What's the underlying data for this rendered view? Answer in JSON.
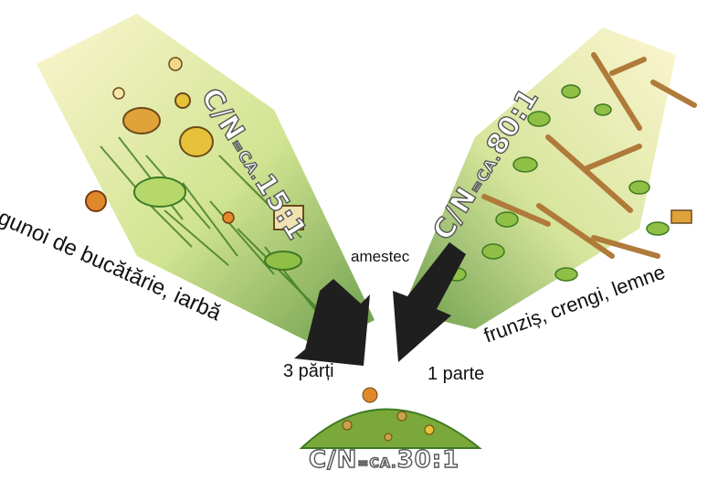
{
  "colors": {
    "background": "#ffffff",
    "arrow": "#1f1f1f",
    "green_dark": "#3e7a22",
    "green_light": "#a6cf52",
    "yellow": "#f2e27a",
    "orange": "#e0892a",
    "brown": "#b07a3a",
    "ratio_outline": "#555555"
  },
  "left_stream": {
    "label": "gunoi de bucătărie, iarbă",
    "ratio_prefix": "C/N",
    "ratio_ca": "=CA.",
    "ratio_value": "15:1",
    "parts": "3 părți"
  },
  "right_stream": {
    "label": "frunziș, crengi, lemne",
    "ratio_prefix": "C/N",
    "ratio_ca": "=CA.",
    "ratio_value": "80:1",
    "parts": "1 parte"
  },
  "mix_label": "amestec",
  "result": {
    "ratio_prefix": "C/N",
    "ratio_ca": "=CA.",
    "ratio_value": "30:1"
  }
}
